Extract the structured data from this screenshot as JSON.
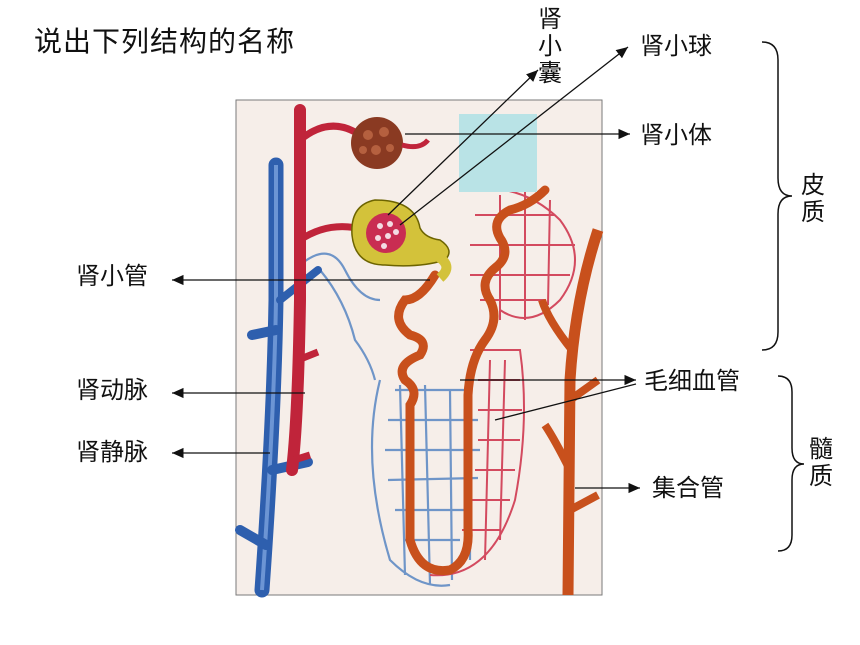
{
  "title": "说出下列结构的名称",
  "labels": {
    "shen_xiao_nang": "肾小囊",
    "shen_xiao_qiu": "肾小球",
    "shen_xiao_ti": "肾小体",
    "shen_xiao_guan": "肾小管",
    "shen_dong_mai": "肾动脉",
    "shen_jing_mai": "肾静脉",
    "mao_xi_xue_guan": "毛细血管",
    "ji_he_guan": "集合管",
    "pi_zhi": "皮质",
    "sui_zhi": "髓质"
  },
  "colors": {
    "artery": "#c0243a",
    "vein": "#2e5fae",
    "tubule": "#c8501c",
    "capsule": "#d3c23a",
    "glomerulus": "#8a3a22",
    "mask": "#b9e3e6",
    "frame_bg": "#f6eee9"
  }
}
